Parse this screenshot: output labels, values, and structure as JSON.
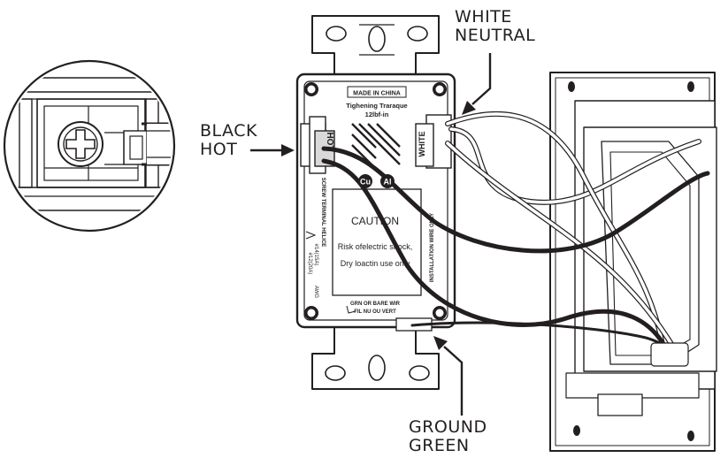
{
  "callouts": {
    "white_neutral": [
      "WHITE",
      "NEUTRAL"
    ],
    "black_hot": [
      "BLACK",
      "HOT"
    ],
    "ground_green": [
      "GROUND",
      "GREEN"
    ]
  },
  "device": {
    "made_in": "MADE IN CHINA",
    "torque_line1": "Tighening  Traraque",
    "torque_line2": "12lbf-in",
    "terminal_hot": "HOT",
    "terminal_white": "WHITE",
    "cu_badge": "Cu",
    "al_badge": "Al",
    "caution_title": "CAUTION",
    "caution_line1": "Risk ofelectric shock,",
    "caution_line2": "Dry loactin use only",
    "side_left_1": "SCREW TERMINAL HELICE",
    "side_left_2": "#14(15A)",
    "side_left_3": "#12(20A)",
    "side_left_4": "AWG",
    "side_right": "INSTALLATION WIRE ONLY",
    "ground_line1": "GRN OR BARE WIR",
    "ground_line2": "FIL NU OU VERT"
  }
}
